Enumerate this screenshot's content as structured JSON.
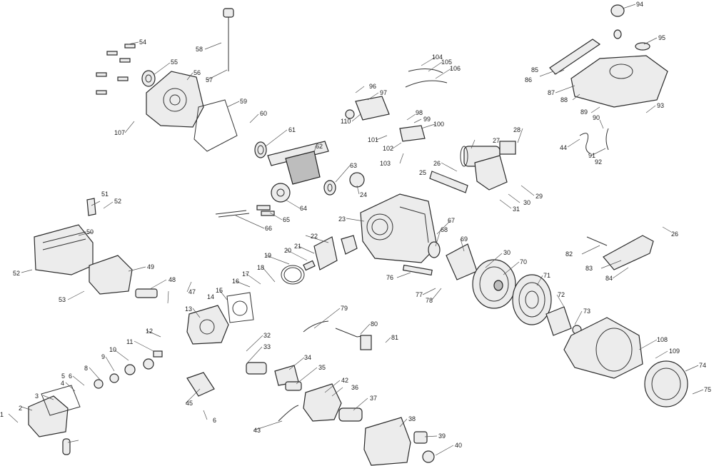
{
  "diagram": {
    "callouts": [
      "1",
      "2",
      "3",
      "4",
      "5",
      "6",
      "6",
      "8",
      "9",
      "10",
      "11",
      "12",
      "13",
      "14",
      "15",
      "16",
      "17",
      "18",
      "19",
      "20",
      "21",
      "22",
      "23",
      "24",
      "25",
      "26",
      "26",
      "27",
      "28",
      "29",
      "30",
      "30",
      "31",
      "32",
      "33",
      "34",
      "35",
      "36",
      "37",
      "38",
      "39",
      "40",
      "42",
      "43",
      "44",
      "45",
      "47",
      "48",
      "49",
      "50",
      "51",
      "52",
      "52",
      "53",
      "54",
      "55",
      "56",
      "57",
      "58",
      "59",
      "60",
      "61",
      "62",
      "63",
      "64",
      "65",
      "66",
      "67",
      "68",
      "69",
      "70",
      "71",
      "72",
      "73",
      "74",
      "75",
      "76",
      "77",
      "78",
      "79",
      "80",
      "81",
      "82",
      "83",
      "84",
      "85",
      "86",
      "87",
      "88",
      "89",
      "90",
      "91",
      "92",
      "93",
      "94",
      "95",
      "96",
      "97",
      "98",
      "99",
      "100",
      "101",
      "102",
      "103",
      "104",
      "105",
      "106",
      "107",
      "108",
      "109",
      "110"
    ]
  }
}
